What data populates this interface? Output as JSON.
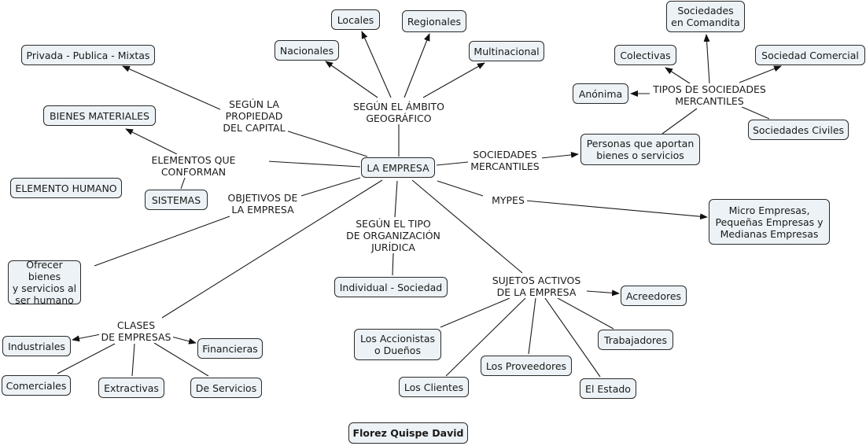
{
  "concepts": {
    "root": "LA EMPRESA",
    "privada": "Privada - Publica - Mixtas",
    "bienes_materiales": "BIENES MATERIALES",
    "elemento_humano": "ELEMENTO HUMANO",
    "sistemas": "SISTEMAS",
    "ofrecer": "Ofrecer bienes\ny servicios al\nser humano",
    "industriales": "Industriales",
    "comerciales": "Comerciales",
    "extractivas": "Extractivas",
    "de_servicios": "De Servicios",
    "financieras": "Financieras",
    "individual": "Individual - Sociedad",
    "accionistas": "Los Accionistas\no Dueños",
    "clientes": "Los Clientes",
    "proveedores": "Los Proveedores",
    "estado": "El Estado",
    "trabajadores": "Trabajadores",
    "acreedores": "Acreedores",
    "nacionales": "Nacionales",
    "locales": "Locales",
    "regionales": "Regionales",
    "multinacional": "Multinacional",
    "personas": "Personas que aportan\nbienes o servicios",
    "micro": "Micro Empresas,\nPequeñas Empresas y\nMedianas Empresas",
    "comandita": "Sociedades\nen Comandita",
    "colectivas": "Colectivas",
    "sociedad_comercial": "Sociedad Comercial",
    "anonima": "Anónima",
    "civiles": "Sociedades Civiles",
    "author": "Florez Quispe David"
  },
  "linking_phrases": {
    "propiedad": "SEGÚN LA\nPROPIEDAD\nDEL CAPITAL",
    "ambito": "SEGÚN EL ÁMBITO\nGEOGRÁFICO",
    "elementos": "ELEMENTOS QUE CONFORMAN",
    "objetivos": "OBJETIVOS DE\nLA EMPRESA",
    "tipo_org": "SEGÚN EL TIPO\nDE ORGANIZACIÓN\nJURÍDICA",
    "clases": "CLASES\nDE EMPRESAS",
    "sujetos": "SUJETOS ACTIVOS\nDE LA EMPRESA",
    "soc_merc": "SOCIEDADES\nMERCANTILES",
    "mypes": "MYPES",
    "tipos_soc": "TIPOS DE SOCIEDADES\nMERCANTILES"
  },
  "colors": {
    "node_fill": "#ecf2f5",
    "line": "#1a1a1a"
  }
}
